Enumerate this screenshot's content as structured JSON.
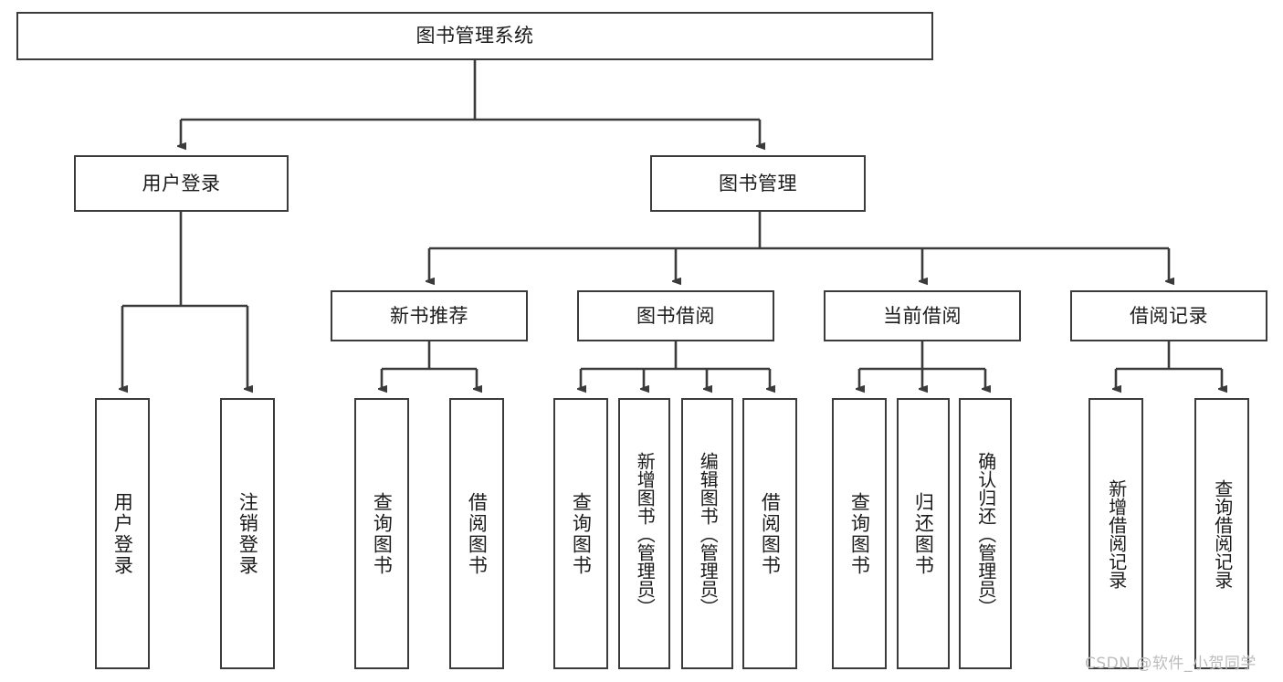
{
  "diagram": {
    "title": "图书管理系统",
    "type": "tree-hierarchy",
    "root": {
      "label": "图书管理系统"
    },
    "level2": [
      {
        "label": "用户登录"
      },
      {
        "label": "图书管理"
      }
    ],
    "level3": [
      {
        "label": "新书推荐"
      },
      {
        "label": "图书借阅"
      },
      {
        "label": "当前借阅"
      },
      {
        "label": "借阅记录"
      }
    ],
    "leaves": {
      "user_login": [
        {
          "label": "用户登录"
        },
        {
          "label": "注销登录"
        }
      ],
      "new_book_recommend": [
        {
          "label": "查询图书"
        },
        {
          "label": "借阅图书"
        }
      ],
      "book_borrow": [
        {
          "label": "查询图书"
        },
        {
          "label": "新增图书（管理员）"
        },
        {
          "label": "编辑图书（管理员）"
        },
        {
          "label": "借阅图书"
        }
      ],
      "current_borrow": [
        {
          "label": "查询图书"
        },
        {
          "label": "归还图书"
        },
        {
          "label": "确认归还（管理员）"
        }
      ],
      "borrow_record": [
        {
          "label": "新增借阅记录"
        },
        {
          "label": "查询借阅记录"
        }
      ]
    }
  },
  "watermark": {
    "text": "CSDN @软件_小贺同学"
  },
  "colors": {
    "stroke": "#3b3b3b",
    "text": "#1b1b1b",
    "background": "#ffffff",
    "watermark": "#bcbcbc"
  }
}
